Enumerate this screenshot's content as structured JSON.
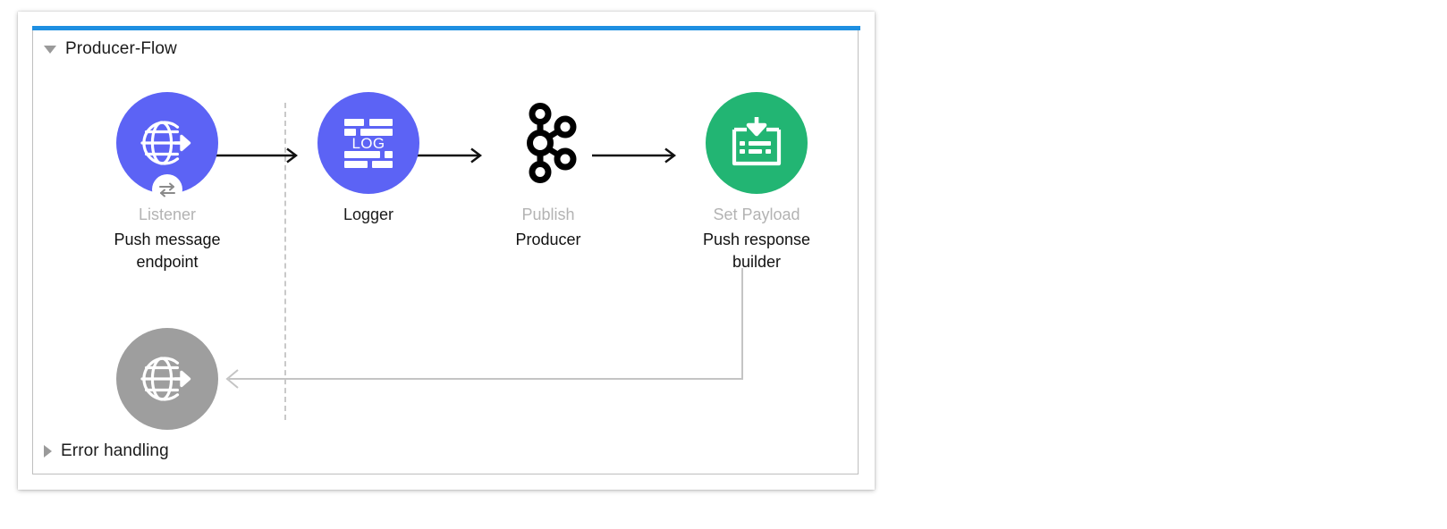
{
  "canvas": {
    "background": "#ffffff",
    "panel_border": "#bfbfbf",
    "accent_color": "#1e8fe1"
  },
  "flow": {
    "title": "Producer-Flow",
    "expanded": true,
    "toggle_icon": "triangle-down-icon"
  },
  "error_section": {
    "title": "Error handling",
    "expanded": false,
    "toggle_icon": "triangle-right-icon"
  },
  "colors": {
    "node_blue": "#5c63f5",
    "node_green": "#22b573",
    "node_gray": "#9e9e9e",
    "kafka_black": "#000000",
    "label_muted": "#b3b3b3",
    "label_dark": "#111111",
    "connector_black": "#111111",
    "connector_gray": "#c4c4c4",
    "divider_dashed": "#c9c9c9"
  },
  "nodes": [
    {
      "id": "listener",
      "icon": "globe-arrow-icon",
      "badge_icon": "exchange-arrows-icon",
      "shape": "circle",
      "fill": "#5c63f5",
      "type_label": "Listener",
      "type_label_muted": true,
      "name_label": "Push message endpoint"
    },
    {
      "id": "logger",
      "icon": "log-document-icon",
      "badge_icon": null,
      "shape": "circle",
      "fill": "#5c63f5",
      "type_label": "Logger",
      "type_label_muted": false,
      "name_label": ""
    },
    {
      "id": "publish",
      "icon": "kafka-icon",
      "badge_icon": null,
      "shape": "none",
      "fill": "transparent",
      "type_label": "Publish",
      "type_label_muted": true,
      "name_label": "Producer"
    },
    {
      "id": "set-payload",
      "icon": "set-payload-icon",
      "badge_icon": null,
      "shape": "circle",
      "fill": "#22b573",
      "type_label": "Set Payload",
      "type_label_muted": true,
      "name_label": "Push response builder"
    },
    {
      "id": "response",
      "icon": "globe-arrow-icon",
      "badge_icon": null,
      "shape": "circle",
      "fill": "#9e9e9e",
      "type_label": "",
      "type_label_muted": true,
      "name_label": ""
    }
  ],
  "connectors": [
    {
      "id": "listener-to-logger",
      "style": "solid-black-arrow"
    },
    {
      "id": "logger-to-publish",
      "style": "solid-black-arrow"
    },
    {
      "id": "publish-to-set-payload",
      "style": "solid-black-arrow"
    },
    {
      "id": "set-payload-to-response",
      "style": "gray-return-arrow"
    }
  ]
}
